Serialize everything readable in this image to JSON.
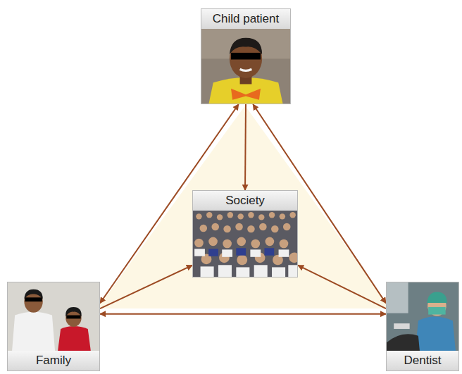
{
  "diagram": {
    "nodes": [
      {
        "text": [
          "Child patient"
        ]
      },
      {
        "text": [
          "Society"
        ]
      },
      {
        "text": [
          "Family"
        ]
      },
      {
        "text": [
          "Dentist"
        ]
      }
    ],
    "edges": [
      {
        "from": 0,
        "to": 1,
        "arrow": "to"
      },
      {
        "from": 0,
        "to": 2,
        "arrow": "both"
      },
      {
        "from": 0,
        "to": 3,
        "arrow": "both"
      },
      {
        "from": 2,
        "to": 1,
        "arrow": "to"
      },
      {
        "from": 3,
        "to": 1,
        "arrow": "to"
      },
      {
        "from": 2,
        "to": 3,
        "arrow": "both"
      }
    ]
  }
}
